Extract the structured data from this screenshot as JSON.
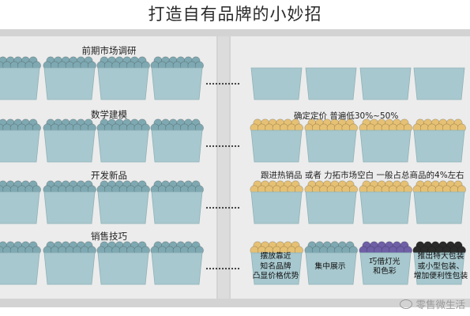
{
  "title": "打造自有品牌的小妙招",
  "rows": [
    {
      "label": "前期市场调研"
    },
    {
      "label": "数学建模",
      "note": "确定定价 普遍低30%~50%"
    },
    {
      "label": "开发新品",
      "note": "跟进热销品 或者 力拓市场空白 一般占总商品的4%左右"
    },
    {
      "label": "销售技巧"
    }
  ],
  "tips": [
    {
      "text": "摆放靠近\n知名品牌\n凸显价格优势",
      "ball_color": "#e6c174"
    },
    {
      "text": "集中展示",
      "ball_color": "#7fa9b2"
    },
    {
      "text": "巧借灯光\n和色彩",
      "ball_color": "#6e5fa6"
    },
    {
      "text": "推出特大包装\n或小型包装、\n增加便利性包装",
      "ball_color": "#2a2a2a"
    }
  ],
  "colors": {
    "panel": "#ebebeb",
    "frame": "#c8c8c8",
    "box": "#a7c8ce",
    "ball_teal": "#7fa9b2",
    "ball_yellow": "#e6c174"
  },
  "watermark": "零售微生活"
}
